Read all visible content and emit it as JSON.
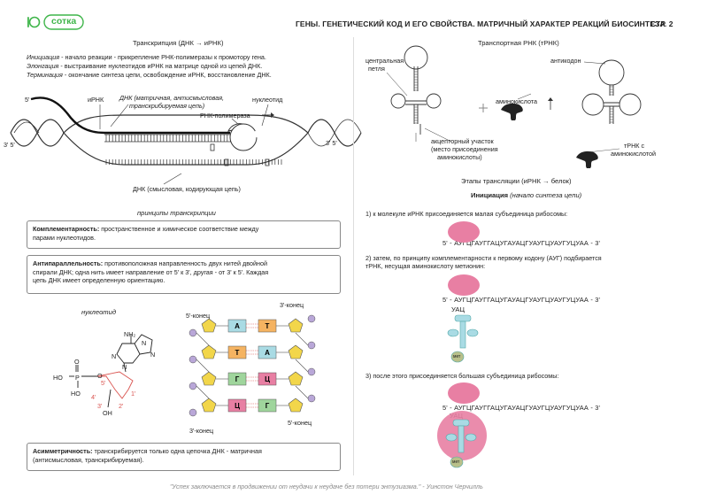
{
  "brand": {
    "name": "сотка",
    "color": "#3fb54a"
  },
  "header": {
    "title": "ГЕНЫ. ГЕНЕТИЧЕСКИЙ КОД И ЕГО СВОЙСТВА. МАТРИЧНЫЙ ХАРАКТЕР РЕАКЦИЙ БИОСИНТЕЗА",
    "page": "СТР. 2"
  },
  "left": {
    "transcription_title": "Транскрипция (ДНК → иРНК)",
    "init_term": "Инициация",
    "init_text": " - начало реакции - прикрепление РНК-полимеразы к промотору гена.",
    "elong_term": "Элонгация",
    "elong_text": " - выстраивание нуклеотидов иРНК на матрице одной из цепей ДНК.",
    "term_term": "Терминация",
    "term_text": " - окончание синтеза цепи, освобождение иРНК, восстановление ДНК.",
    "labels": {
      "irna": "иРНК",
      "dna_matrix_a": "ДНК (матричная, антисмысловая,",
      "dna_matrix_b": "транскрибируемая цепь)",
      "nucleotide": "нуклеотид",
      "polymerase": "РНК-полимераза",
      "five_prime": "5'",
      "three_five_left": "3' 5'",
      "three_five_right": "3' 5'",
      "dna_sense": "ДНК (смысловая, кодирующая цепь)"
    },
    "principles_title": "принципы транскрипции",
    "compl_term": "Комплементарность:",
    "compl_text_a": " пространственное и химическое соответствие между",
    "compl_text_b": "парами нуклеотидов.",
    "anti_term": "Антипараллельность:",
    "anti_text_a": " противоположная направленность двух нитей двойной",
    "anti_text_b": "спирали ДНК; одна нить имеет направление от 5' к 3', другая - от 3' к 5'. Каждая",
    "anti_text_c": "цепь ДНК имеет определенную ориентацию.",
    "nucleotide_title": "нуклеотид",
    "chem": {
      "nh2": "NH₂",
      "n1": "N",
      "n2": "N",
      "n3": "N",
      "n4": "N",
      "o1": "O",
      "o2": "O",
      "ho1": "HO",
      "ho2": "HO",
      "p": "P",
      "oh": "OH",
      "c5": "5'",
      "c1": "1'",
      "c4": "4'",
      "c3": "3'",
      "c2": "2'"
    },
    "ladder": {
      "five_top": "5'-конец",
      "three_top": "3'-конец",
      "three_bottom": "3'-конец",
      "five_bottom": "5'-конец",
      "pairs": [
        [
          "А",
          "Т"
        ],
        [
          "Т",
          "А"
        ],
        [
          "Г",
          "Ц"
        ],
        [
          "Ц",
          "Г"
        ]
      ]
    },
    "asym_term": "Асимметричность:",
    "asym_text_a": " транскрибируется только одна цепочка ДНК - матричная",
    "asym_text_b": "(антисмысловая, транскрибируемая)."
  },
  "right": {
    "trna_title": "Транспортная РНК (тРНК)",
    "central_loop_a": "центральная",
    "central_loop_b": "петля",
    "anticodon": "антикодон",
    "amino_acid": "аминокислота",
    "acceptor_a": "акцепторный участок",
    "acceptor_b": "(место присоединения",
    "acceptor_c": "аминокислоты)",
    "trna_with_a": "тРНК с",
    "trna_with_b": "аминокислотой",
    "stages_title": "Этапы трансляции (иРНК → белок)",
    "init_title_bold": "Инициация",
    "init_title_it": " (начало синтеза цепи)",
    "step1": "1) к молекуле иРНК присоединяется малая субъединица рибосомы:",
    "step2_a": "2) затем, по принципу комплементарности к первому кодону (АУГ) подбирается",
    "step2_b": "тРНК, несущая аминокислоту метионин:",
    "step3": "3) после этого присоединяется большая субъединица рибосомы:",
    "seq": "5' - АУГЦГАУГГАЦУГАУАЦГУАУГЦУАУГУЦУАА - 3'",
    "uac": "УАЦ",
    "met": "мет"
  },
  "footer": {
    "quote": "\"Успех заключается в продвижении от неудачи к неудаче без потери энтузиазма.\" - Уинстон Черчилль"
  },
  "colors": {
    "pink": "#e87fa3",
    "blue": "#a9dbe4",
    "yellow": "#f2d64a",
    "purple": "#b9a7d8",
    "orange": "#f5b361",
    "green": "#9fd59c",
    "teal": "#8fd1dc",
    "brand": "#3fb54a"
  }
}
